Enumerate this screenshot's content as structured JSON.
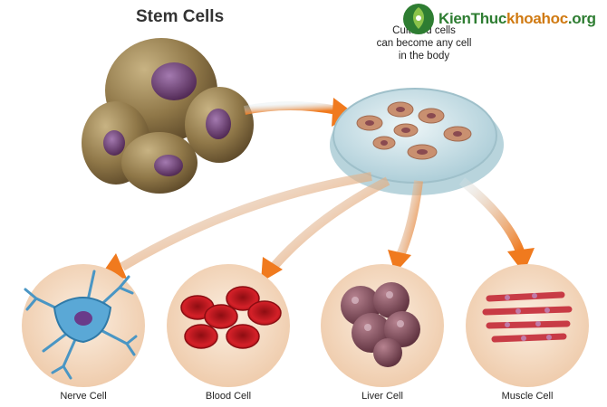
{
  "title": "Stem Cells",
  "culture_note": {
    "line1": "Cultured cells",
    "line2": "can become any cell",
    "line3": "in the body"
  },
  "targets": [
    {
      "label": "Nerve Cell",
      "color": "#7ab8d8"
    },
    {
      "label": "Blood Cell",
      "color": "#c4161c"
    },
    {
      "label": "Liver Cell",
      "color": "#8a5060"
    },
    {
      "label": "Muscle Cell",
      "color": "#e04a5a"
    }
  ],
  "logo": {
    "text_main": "KienThuc",
    "text_accent": "khoahoc",
    "text_tld": ".org"
  },
  "colors": {
    "arrow": "#f07a1e",
    "stem_cell": "#8b7346",
    "dish": "#cde3ea",
    "circle_bg": "#f2d8c0"
  }
}
